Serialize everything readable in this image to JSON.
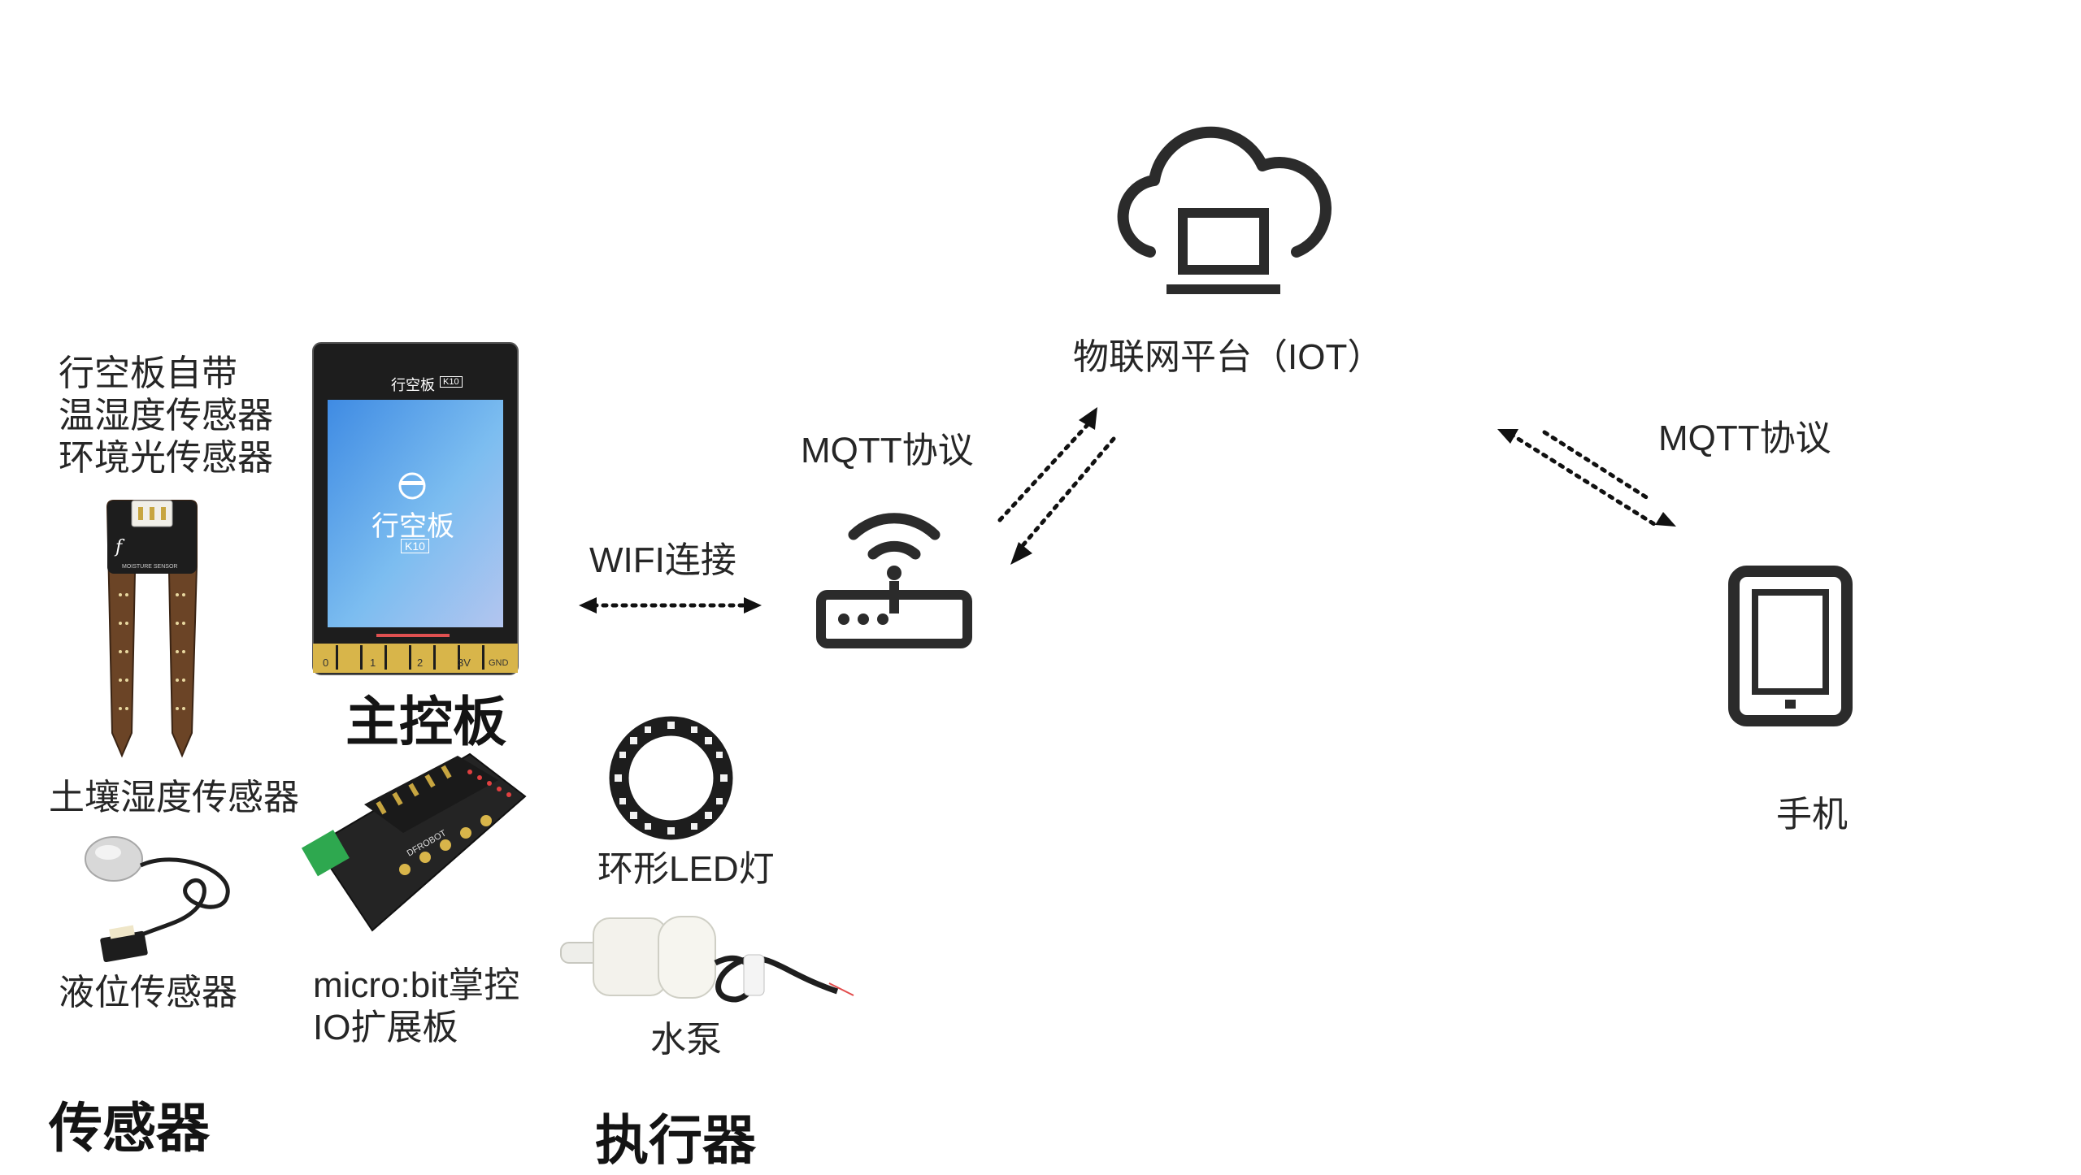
{
  "sensor_panel": {
    "onboard_sensors_lines": [
      "行空板自带",
      "温湿度传感器",
      "环境光传感器"
    ],
    "soil_sensor_label": "土壤湿度传感器",
    "soil_sensor_print": "MOISTURE SENSOR",
    "liquid_sensor_label": "液位传感器",
    "group_title": "传感器"
  },
  "main_board": {
    "brand_text": "行空板",
    "model_badge": "K10",
    "screen_title": "行空板",
    "screen_badge": "K10",
    "pins": [
      "0",
      "1",
      "2",
      "3V",
      "GND"
    ],
    "title": "主控板"
  },
  "expansion_board": {
    "label_lines": [
      "micro:bit掌控",
      "IO扩展板"
    ],
    "print_text": "DFROBOT"
  },
  "actuators": {
    "ring_led_label": "环形LED灯",
    "pump_label": "水泵",
    "group_title": "执行器"
  },
  "network": {
    "wifi_label": "WIFI连接",
    "router_protocol_label": "MQTT协议",
    "phone_protocol_label": "MQTT协议",
    "cloud_label": "物联网平台（IOT）",
    "phone_label": "手机"
  },
  "colors": {
    "icon_dark": "#2b2b2b",
    "board_black": "#1d1d1d",
    "screen_blue": "#5ba6e8",
    "gold": "#d8b54a",
    "pcb_brown": "#6b4426",
    "terminal_green": "#2ea84f"
  }
}
